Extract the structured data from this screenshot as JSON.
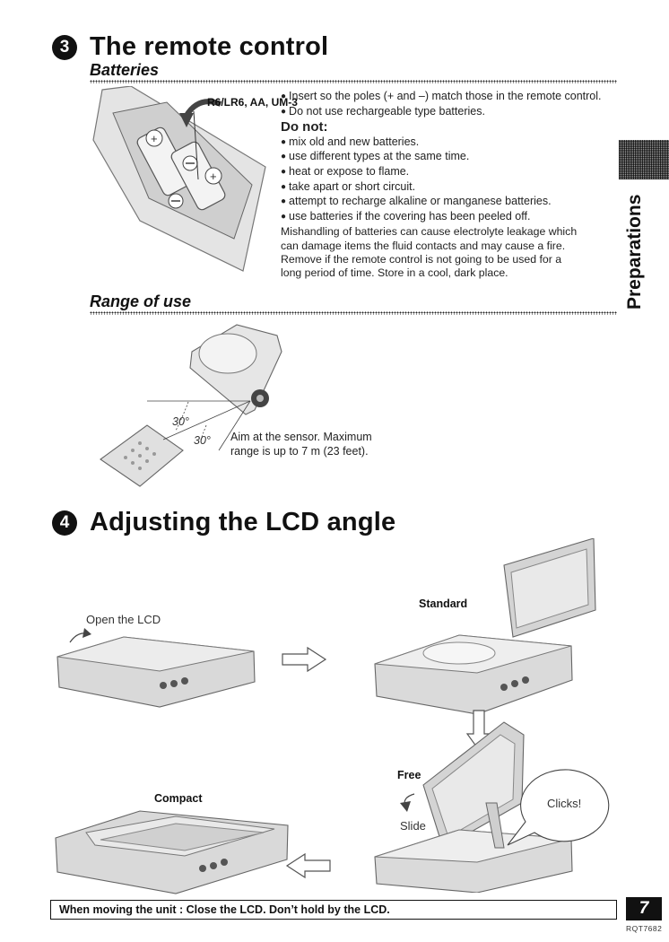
{
  "sections": {
    "remote": {
      "number": "3",
      "title": "The remote control",
      "batteries": {
        "heading": "Batteries",
        "battery_label": "R6/LR6, AA, UM-3",
        "bullets": [
          "Insert so the poles (+ and –) match those in the remote control.",
          "Do not use rechargeable type batteries."
        ],
        "donot_heading": "Do not:",
        "donot_items": [
          "mix old and new batteries.",
          "use different types at the same time.",
          "heat or expose to flame.",
          "take apart or short circuit.",
          "attempt to recharge alkaline or manganese batteries.",
          "use batteries if the covering has been peeled off."
        ],
        "mishandling": [
          "Mishandling of batteries can cause electrolyte leakage which",
          "can damage items the fluid contacts and may cause a fire.",
          "Remove if the remote control is not going to be used for a",
          "long period of time. Store in a cool, dark place."
        ]
      },
      "range": {
        "heading": "Range of use",
        "angle_1": "30°",
        "angle_2": "30°",
        "caption_lines": [
          "Aim at the sensor. Maximum",
          "range is up to 7 m (23 feet)."
        ]
      }
    },
    "lcd": {
      "number": "4",
      "title": "Adjusting the LCD angle",
      "open_label": "Open the LCD",
      "standard_label": "Standard",
      "free_label": "Free",
      "slide_label": "Slide",
      "clicks_label": "Clicks!",
      "compact_label": "Compact"
    }
  },
  "side_tab": {
    "label": "Preparations"
  },
  "footer": {
    "notice": "When moving the unit : Close the LCD. Don’t hold by the LCD.",
    "page_number": "7",
    "model_code": "RQT7682"
  }
}
